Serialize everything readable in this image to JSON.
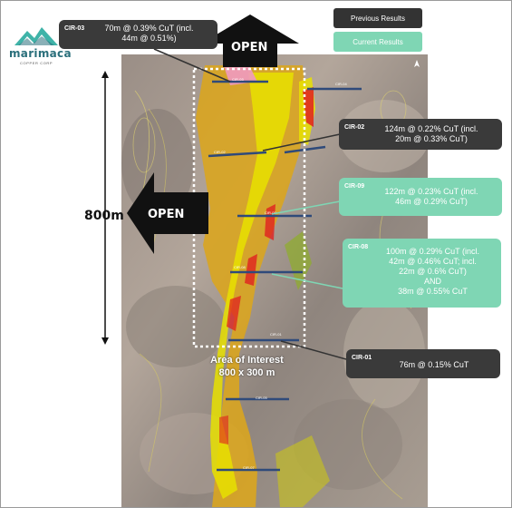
{
  "logo": {
    "word": "marimaca",
    "sub": "COPPER CORP"
  },
  "legend": {
    "previous": "Previous Results",
    "current": "Current Results"
  },
  "open_labels": {
    "north": "OPEN",
    "west": "OPEN"
  },
  "scale": {
    "length": "800m"
  },
  "area_of_interest": {
    "line1": "Area of Interest",
    "line2": "800 x 300 m"
  },
  "colors": {
    "previous": "#333333",
    "current": "#7fd6b4",
    "mineralised": "#d9a520",
    "highgrade": "#e8e000",
    "anomaly": "#e02020"
  },
  "callouts": [
    {
      "id": "CIR-03",
      "style": "previous",
      "lines": [
        "70m @ 0.39% CuT (incl.",
        "44m @ 0.51%)"
      ]
    },
    {
      "id": "CIR-02",
      "style": "previous",
      "lines": [
        "124m @ 0.22% CuT (incl.",
        "20m @ 0.33% CuT)"
      ]
    },
    {
      "id": "CIR-09",
      "style": "current",
      "lines": [
        "122m @ 0.23% CuT (incl.",
        "46m @ 0.29% CuT)"
      ]
    },
    {
      "id": "CIR-08",
      "style": "current",
      "lines": [
        "100m @ 0.29% CuT (incl.",
        "42m @ 0.46% CuT; incl.",
        "22m @ 0.6% CuT)",
        "AND",
        "38m @ 0.55% CuT"
      ]
    },
    {
      "id": "CIR-01",
      "style": "previous",
      "lines": [
        "76m @ 0.15% CuT"
      ]
    }
  ],
  "map_hole_labels": [
    "CIR-04",
    "CIR-03",
    "CIR-02",
    "CIR-09",
    "CIR-08",
    "CIR-01",
    "CIR-05",
    "CIR-07"
  ]
}
